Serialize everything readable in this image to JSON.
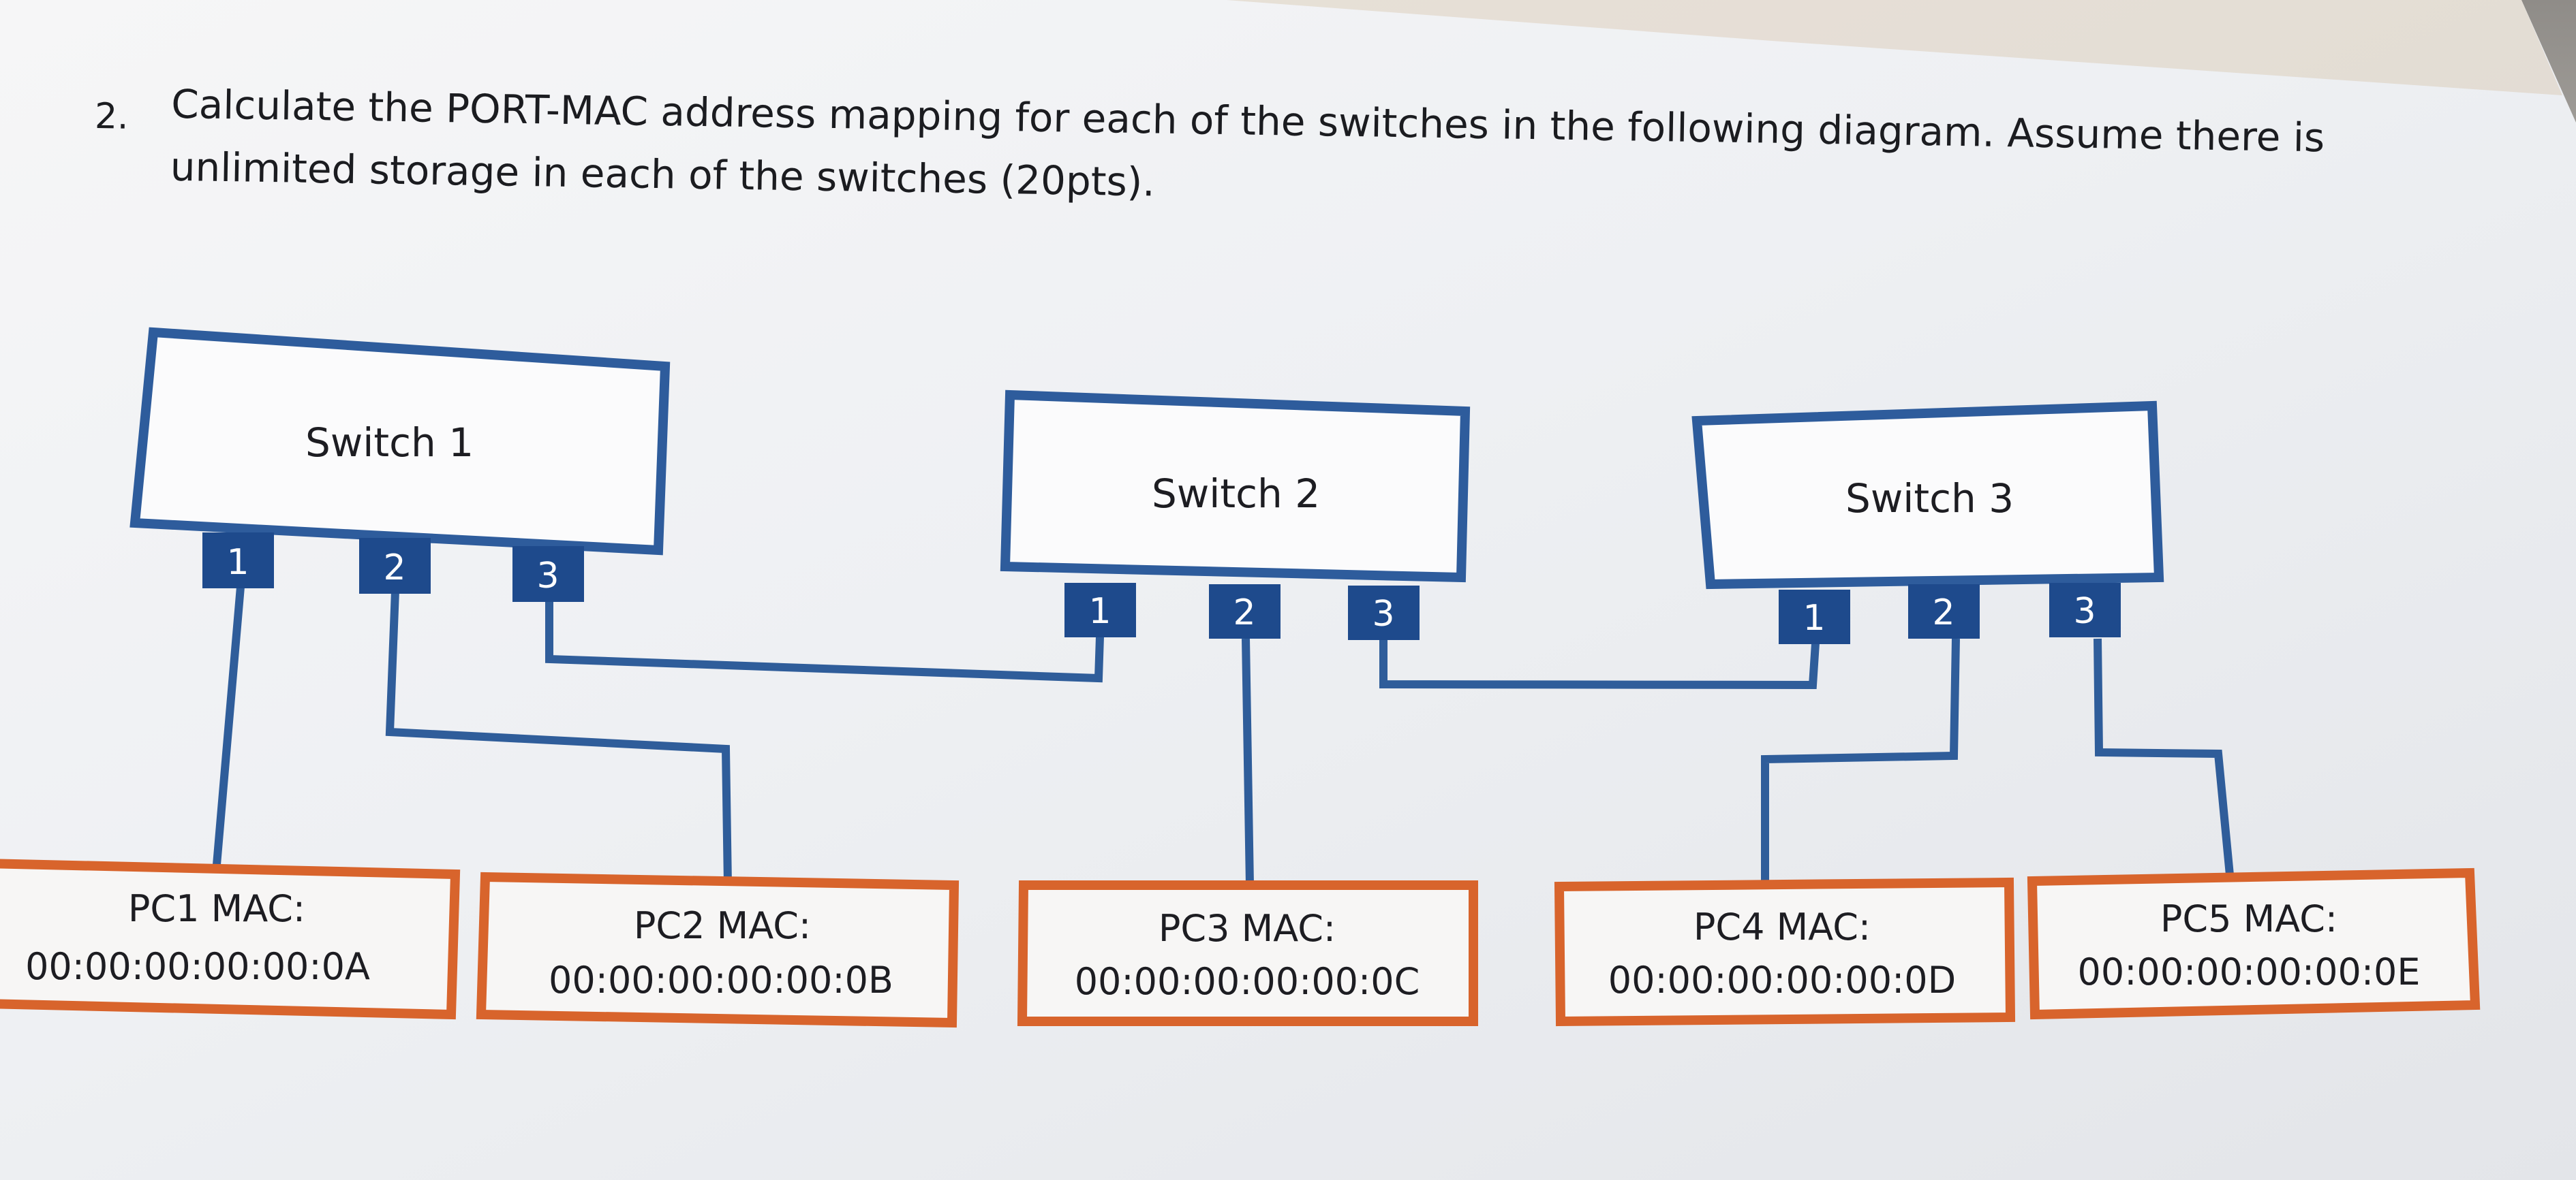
{
  "question": {
    "number": "2.",
    "text": "Calculate the PORT-MAC address mapping for each of the switches in the following diagram.  Assume there is unlimited storage in each of the switches (20pts)."
  },
  "colors": {
    "switch_border": "#2e5c9c",
    "port_fill": "#1e4a8c",
    "link": "#2f5d9a",
    "pc_border": "#d8642c",
    "paper": "#f1f2f4"
  },
  "switches": [
    {
      "label": "Switch 1",
      "ports": [
        "1",
        "2",
        "3"
      ]
    },
    {
      "label": "Switch 2",
      "ports": [
        "1",
        "2",
        "3"
      ]
    },
    {
      "label": "Switch 3",
      "ports": [
        "1",
        "2",
        "3"
      ]
    }
  ],
  "pcs": [
    {
      "name": "PC1 MAC:",
      "mac": "00:00:00:00:00:0A"
    },
    {
      "name": "PC2 MAC:",
      "mac": "00:00:00:00:00:0B"
    },
    {
      "name": "PC3 MAC:",
      "mac": "00:00:00:00:00:0C"
    },
    {
      "name": "PC4 MAC:",
      "mac": "00:00:00:00:00:0D"
    },
    {
      "name": "PC5 MAC:",
      "mac": "00:00:00:00:00:0E"
    }
  ]
}
